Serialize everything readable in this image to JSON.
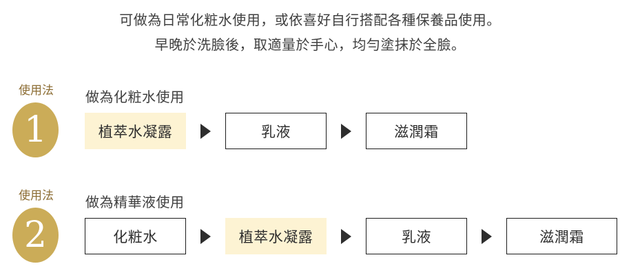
{
  "intro": {
    "line1": "可做為日常化粧水使用，或依喜好自行搭配各種保養品使用。",
    "line2": "早晚於洗臉後，取適量於手心，均勻塗抹於全臉。"
  },
  "colors": {
    "gold": "#cbac58",
    "label_brown": "#8d6e35",
    "highlight_cream": "#fdf3d3",
    "box_border": "#1c1c1c",
    "text": "#3f3f3f",
    "arrow": "#2e2e2e"
  },
  "arrow_icon": "▶",
  "sections": [
    {
      "badge_label": "使用法",
      "badge_number": "1",
      "title": "做為化粧水使用",
      "steps": [
        {
          "label": "植萃水凝露",
          "highlight": true
        },
        {
          "label": "乳液",
          "highlight": false
        },
        {
          "label": "滋潤霜",
          "highlight": false
        }
      ]
    },
    {
      "badge_label": "使用法",
      "badge_number": "2",
      "title": "做為精華液使用",
      "steps": [
        {
          "label": "化粧水",
          "highlight": false
        },
        {
          "label": "植萃水凝露",
          "highlight": true
        },
        {
          "label": "乳液",
          "highlight": false
        },
        {
          "label": "滋潤霜",
          "highlight": false
        }
      ]
    }
  ]
}
